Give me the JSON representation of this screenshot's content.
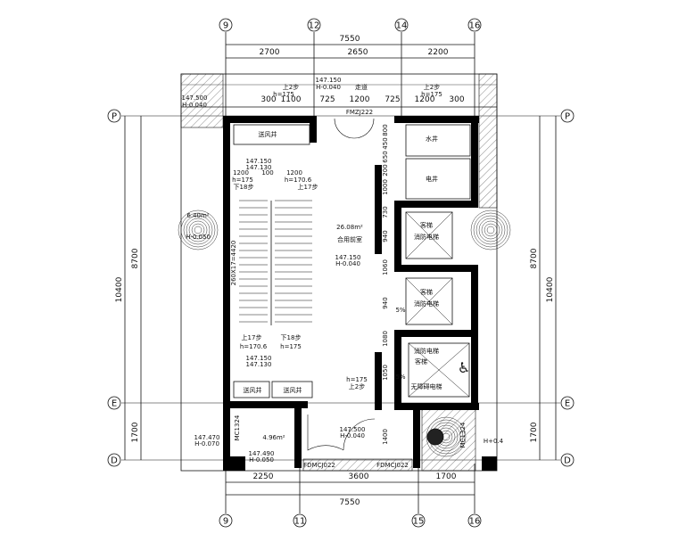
{
  "axes": {
    "top": [
      "9",
      "12",
      "14",
      "16"
    ],
    "bottom": [
      "9",
      "11",
      "15",
      "16"
    ],
    "left": [
      "P",
      "E",
      "D"
    ],
    "right": [
      "P",
      "E",
      "D"
    ]
  },
  "dimensions": {
    "top_total": "7550",
    "top_segments": [
      "2700",
      "2650",
      "2200"
    ],
    "bottom_total": "7550",
    "bottom_segments": [
      "2250",
      "3600",
      "1700"
    ],
    "left_outer": "10400",
    "left_inner": "8700",
    "left_lower": "1700",
    "right_outer": "10400",
    "right_inner": "8700",
    "right_lower": "1700",
    "corridor_row": [
      "300",
      "1100",
      "725",
      "1200",
      "725",
      "1200",
      "300"
    ],
    "right_column": [
      "800",
      "450",
      "650",
      "200",
      "1000",
      "730",
      "940",
      "1060",
      "940",
      "1080",
      "1050",
      "1400"
    ]
  },
  "labels": {
    "corridor": "走道",
    "corridor_level": "147.150",
    "corridor_level_sub": "H-0.040",
    "left_level": "147.500",
    "left_level_sub": "H-0.040",
    "step_up_left": "上2步",
    "step_up_left_h": "h=175",
    "step_up_right": "上2步",
    "step_up_right_h": "h=175",
    "door_fm": "FMZJ222",
    "air_shaft_top": "送风井",
    "water_shaft": "水井",
    "electric_shaft": "电井",
    "stair_level": "147.150",
    "stair_level_sub": "147.130",
    "stair_h1": "h=175",
    "stair_h2": "h=170.6",
    "stair_dims": [
      "1200",
      "100",
      "1200"
    ],
    "stair_down": "下18步",
    "stair_up": "上17步",
    "stair_run": "260X17=4420",
    "lobby_area": "26.08m²",
    "lobby": "合用前室",
    "lobby_level": "147.150",
    "lobby_level_sub": "H-0.040",
    "elevator1": "客梯",
    "elevator1_sub": "消防电梯",
    "elevator2": "客梯",
    "elevator2_sub": "消防电梯",
    "elevator3_a": "消防电梯",
    "elevator3_b": "客梯",
    "elevator3_c": "无障碍电梯",
    "landing_up": "上17步",
    "landing_up_h": "h=170.6",
    "landing_down": "下18步",
    "landing_down_h": "h=175",
    "landing_level": "147.150",
    "landing_level_sub": "147.130",
    "lobby_step": "h=175",
    "lobby_step_label": "上2步",
    "air_shaft_bl": "送风井",
    "air_shaft_br": "送风井",
    "balcony_level": "147.470",
    "balcony_level_sub": "H-0.070",
    "room_area": "4.96m²",
    "bottom_level": "147.490",
    "bottom_level_sub": "H-0.050",
    "entry_level": "147.500",
    "entry_level_sub": "H-0.040",
    "door_bottom_1": "FDMCJ022",
    "door_bottom_2": "FDMCJ022",
    "garden_area": "6.40m²",
    "garden_level": "H-0.050",
    "right_h": "H+0.4",
    "door_mc": "MC1324",
    "door_mc_right": "MC1324",
    "slope1": "5%",
    "slope2": "5%"
  },
  "colors": {
    "line": "#111111",
    "wall": "#000000",
    "background": "#ffffff"
  }
}
